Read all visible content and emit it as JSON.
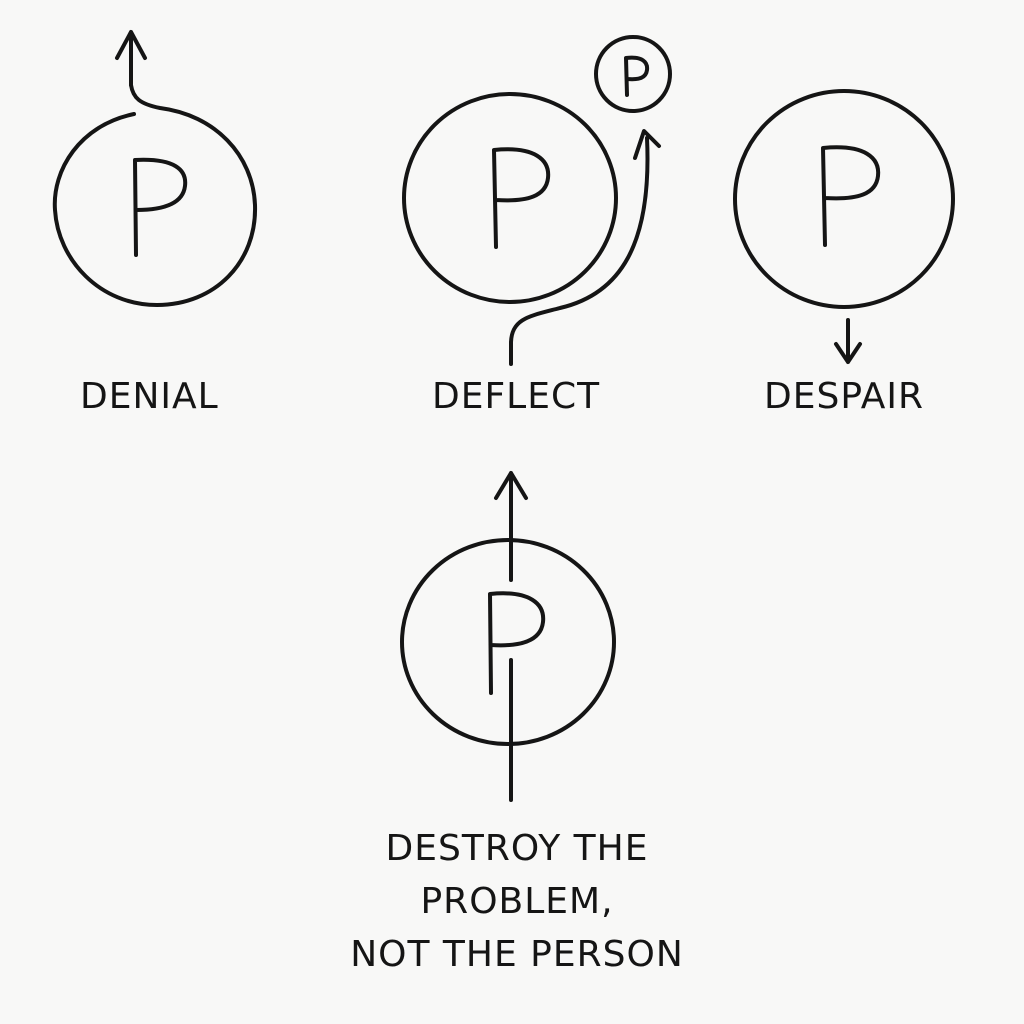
{
  "diagram": {
    "glyph": "P",
    "stages": [
      {
        "id": "denial",
        "label": "DENIAL",
        "arrow": "escapes upward around circle"
      },
      {
        "id": "deflect",
        "label": "DEFLECT",
        "arrow": "curves up to a smaller P",
        "small_glyph": "P"
      },
      {
        "id": "despair",
        "label": "DESPAIR",
        "arrow": "points downward"
      }
    ],
    "resolution": {
      "id": "destroy",
      "label_lines": [
        "DESTROY THE",
        "PROBLEM,",
        "NOT THE PERSON"
      ],
      "arrow": "straight through the circle upward"
    },
    "colors": {
      "ink": "#151515",
      "background": "#f8f8f7"
    }
  }
}
